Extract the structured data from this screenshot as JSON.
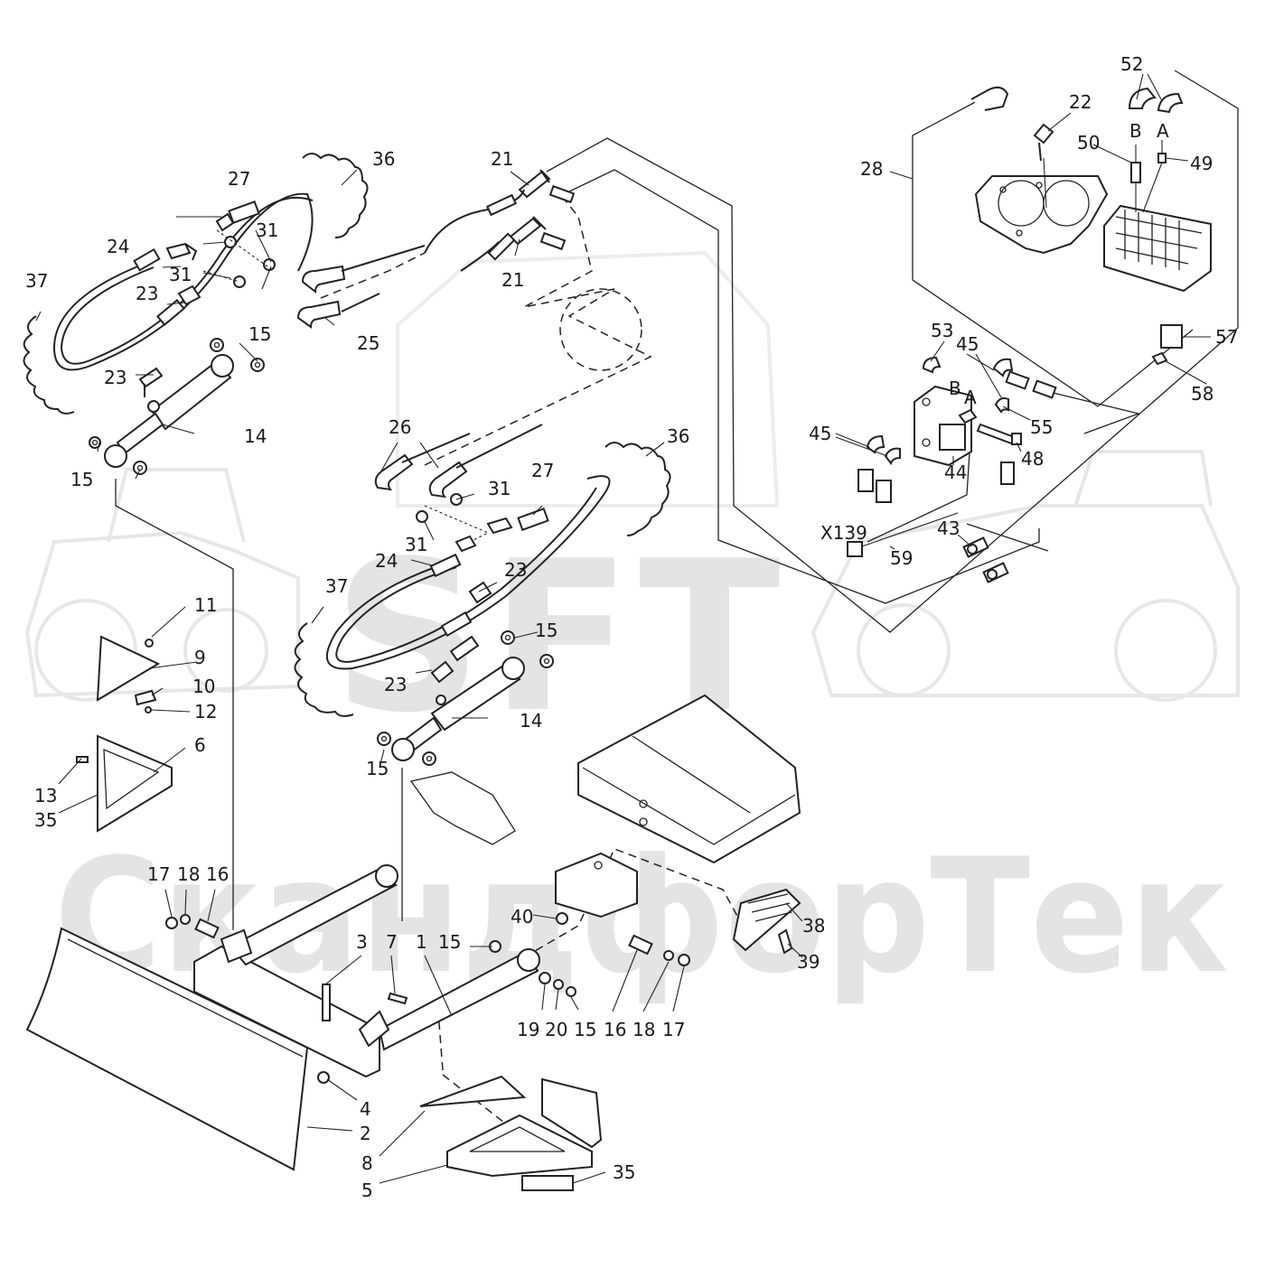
{
  "watermark": {
    "logo": "SFT",
    "company": "СкандфорТек"
  },
  "callouts": [
    {
      "id": "c1",
      "text": "1"
    },
    {
      "id": "c2",
      "text": "2"
    },
    {
      "id": "c3",
      "text": "3"
    },
    {
      "id": "c4",
      "text": "4"
    },
    {
      "id": "c5",
      "text": "5"
    },
    {
      "id": "c6",
      "text": "6"
    },
    {
      "id": "c7",
      "text": "7"
    },
    {
      "id": "c8",
      "text": "8"
    },
    {
      "id": "c9",
      "text": "9"
    },
    {
      "id": "c10",
      "text": "10"
    },
    {
      "id": "c11",
      "text": "11"
    },
    {
      "id": "c12",
      "text": "12"
    },
    {
      "id": "c13",
      "text": "13"
    },
    {
      "id": "c14a",
      "text": "14"
    },
    {
      "id": "c14b",
      "text": "14"
    },
    {
      "id": "c15a",
      "text": "15"
    },
    {
      "id": "c15b",
      "text": "15"
    },
    {
      "id": "c15c",
      "text": "15"
    },
    {
      "id": "c15d",
      "text": "15"
    },
    {
      "id": "c15e",
      "text": "15"
    },
    {
      "id": "c15f",
      "text": "15"
    },
    {
      "id": "c16a",
      "text": "16"
    },
    {
      "id": "c16b",
      "text": "16"
    },
    {
      "id": "c17a",
      "text": "17"
    },
    {
      "id": "c17b",
      "text": "17"
    },
    {
      "id": "c18a",
      "text": "18"
    },
    {
      "id": "c18b",
      "text": "18"
    },
    {
      "id": "c19",
      "text": "19"
    },
    {
      "id": "c20",
      "text": "20"
    },
    {
      "id": "c21a",
      "text": "21"
    },
    {
      "id": "c21b",
      "text": "21"
    },
    {
      "id": "c22",
      "text": "22"
    },
    {
      "id": "c23a",
      "text": "23"
    },
    {
      "id": "c23b",
      "text": "23"
    },
    {
      "id": "c23c",
      "text": "23"
    },
    {
      "id": "c23d",
      "text": "23"
    },
    {
      "id": "c24a",
      "text": "24"
    },
    {
      "id": "c24b",
      "text": "24"
    },
    {
      "id": "c25",
      "text": "25"
    },
    {
      "id": "c26",
      "text": "26"
    },
    {
      "id": "c27a",
      "text": "27"
    },
    {
      "id": "c27b",
      "text": "27"
    },
    {
      "id": "c28",
      "text": "28"
    },
    {
      "id": "c31a",
      "text": "31"
    },
    {
      "id": "c31b",
      "text": "31"
    },
    {
      "id": "c31c",
      "text": "31"
    },
    {
      "id": "c31d",
      "text": "31"
    },
    {
      "id": "c35a",
      "text": "35"
    },
    {
      "id": "c35b",
      "text": "35"
    },
    {
      "id": "c36a",
      "text": "36"
    },
    {
      "id": "c36b",
      "text": "36"
    },
    {
      "id": "c37a",
      "text": "37"
    },
    {
      "id": "c37b",
      "text": "37"
    },
    {
      "id": "c38",
      "text": "38"
    },
    {
      "id": "c39",
      "text": "39"
    },
    {
      "id": "c40",
      "text": "40"
    },
    {
      "id": "c43",
      "text": "43"
    },
    {
      "id": "c44",
      "text": "44"
    },
    {
      "id": "c45a",
      "text": "45"
    },
    {
      "id": "c45b",
      "text": "45"
    },
    {
      "id": "c48",
      "text": "48"
    },
    {
      "id": "c49",
      "text": "49"
    },
    {
      "id": "c50",
      "text": "50"
    },
    {
      "id": "c52",
      "text": "52"
    },
    {
      "id": "c53",
      "text": "53"
    },
    {
      "id": "c55",
      "text": "55"
    },
    {
      "id": "c57",
      "text": "57"
    },
    {
      "id": "c58",
      "text": "58"
    },
    {
      "id": "c59",
      "text": "59"
    },
    {
      "id": "cx139",
      "text": "X139"
    },
    {
      "id": "cA1",
      "text": "A"
    },
    {
      "id": "cB1",
      "text": "B"
    },
    {
      "id": "cA2",
      "text": "A"
    },
    {
      "id": "cB2",
      "text": "B"
    }
  ]
}
